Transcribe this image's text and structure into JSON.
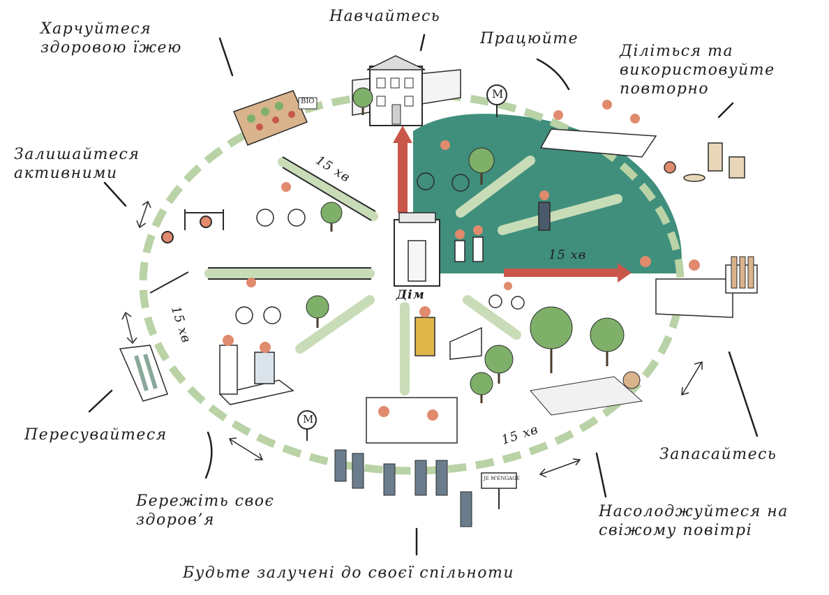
{
  "center": {
    "label": "Дім"
  },
  "activities": {
    "eat": "Харчуйтеся здоровою їжею",
    "learn": "Навчайтесь",
    "work": "Працюйте",
    "share": "Діліться та використовуйте повторно",
    "active": "Залишайтеся активними",
    "move": "Пересувайтеся",
    "health": "Бережіть своє здоров’я",
    "community": "Будьте залучені до своєї спільноти",
    "outdoors": "Насолоджуйтеся на свіжому повітрі",
    "supply": "Запасайтесь"
  },
  "distances": {
    "top_left": "15 хв",
    "right": "15 хв",
    "left": "15 хв",
    "bottom": "15 хв"
  },
  "signs": {
    "metro": "M",
    "bio": "BIO",
    "vote": "JE M'ENGAGE"
  },
  "colors": {
    "green_zone": "#3f8f7c",
    "arrow_red": "#c8574a",
    "path_green": "#b9d2a6",
    "tree_green": "#7fb06a"
  }
}
